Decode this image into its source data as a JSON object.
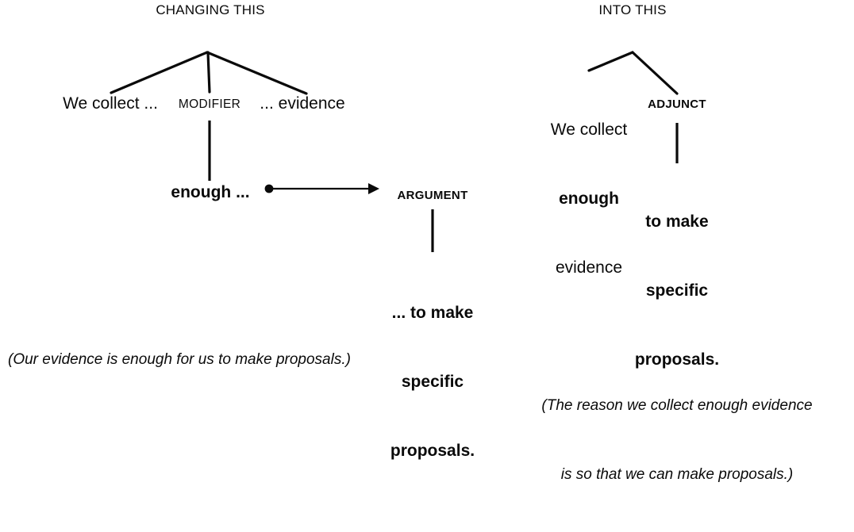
{
  "page": {
    "background": "#ffffff",
    "ink": "#0a0a0a"
  },
  "panels": {
    "left": {
      "header": "CHANGING THIS",
      "tree": {
        "children": [
          {
            "label": "We collect ...",
            "style": "regular"
          },
          {
            "label": "MODIFIER",
            "style": "relation"
          },
          {
            "label": "... evidence",
            "style": "regular"
          }
        ],
        "modifier_child": "enough ...",
        "argument_label": "ARGUMENT",
        "argument_child_lines": [
          "... to make",
          "specific",
          "proposals."
        ]
      },
      "gloss": "(Our evidence is enough for us to make proposals.)"
    },
    "right": {
      "header": "INTO THIS",
      "tree": {
        "host_lines": [
          {
            "text": "We collect",
            "style": "regular"
          },
          {
            "text": "enough",
            "style": "bold"
          },
          {
            "text": "evidence",
            "style": "regular"
          }
        ],
        "adjunct_label": "ADJUNCT",
        "adjunct_child_lines": [
          "to make",
          "specific",
          "proposals."
        ]
      },
      "gloss_lines": [
        "(The reason we collect enough evidence",
        "is so that we can make proposals.)"
      ]
    }
  },
  "arrow": {
    "name": "modifier-to-argument-arrow",
    "from_dot": true,
    "head": "triangle"
  }
}
